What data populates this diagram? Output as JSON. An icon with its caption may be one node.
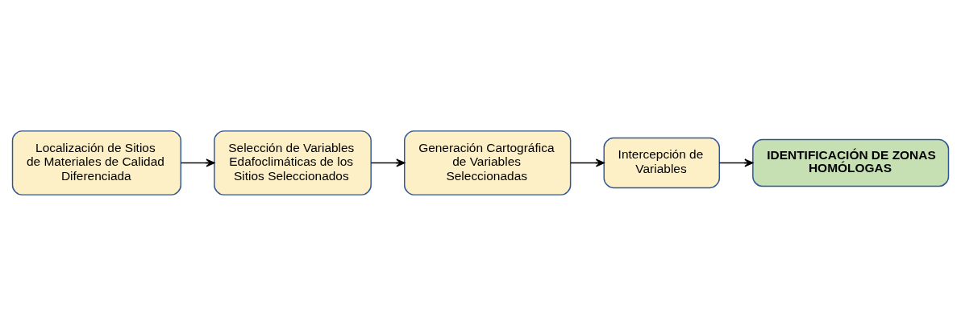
{
  "diagram": {
    "nodes": [
      {
        "text": [
          "Localización de Sitios de Materiales de Calidad Diferenciada"
        ]
      },
      {
        "text": [
          "Selección de Variables Edafoclimáticas de los Sitios Seleccionados"
        ]
      },
      {
        "text": [
          "Generación Cartográfica de Variables Seleccionadas"
        ]
      },
      {
        "text": [
          "Intercepción de Variables"
        ]
      },
      {
        "text": [
          "IDENTIFICACIÓN DE ZONAS HOMÓLOGAS"
        ]
      }
    ],
    "edges": [
      {
        "from": 0,
        "to": 1,
        "arrow": "to"
      },
      {
        "from": 1,
        "to": 2,
        "arrow": "to"
      },
      {
        "from": 2,
        "to": 3,
        "arrow": "to"
      },
      {
        "from": 3,
        "to": 4,
        "arrow": "to"
      }
    ]
  }
}
